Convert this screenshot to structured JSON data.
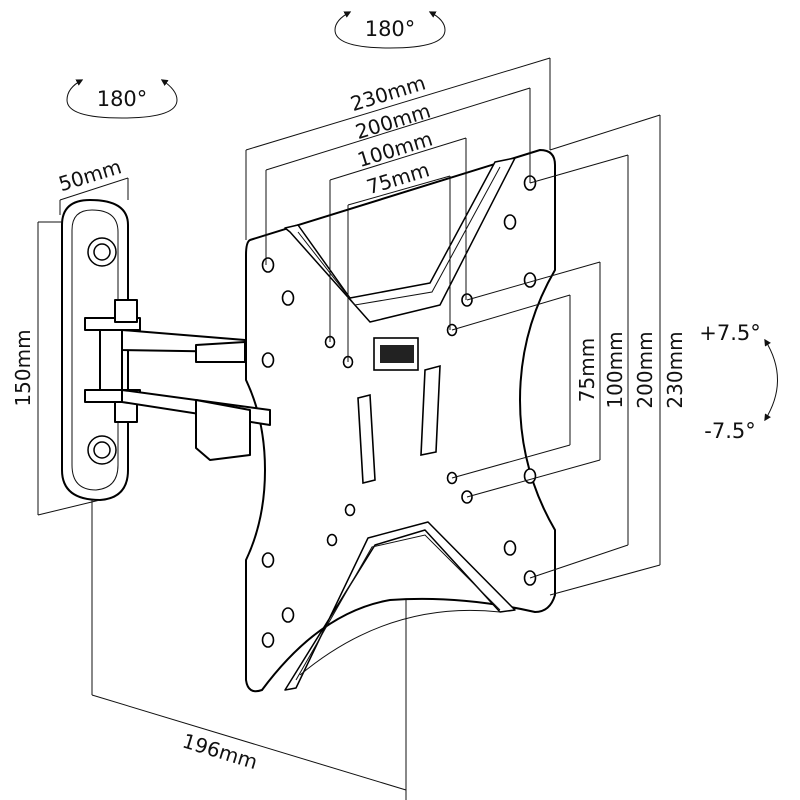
{
  "dimensions": {
    "plate_width_230": "230mm",
    "plate_width_200": "200mm",
    "plate_width_100": "100mm",
    "plate_width_75": "75mm",
    "plate_height_75": "75mm",
    "plate_height_100": "100mm",
    "plate_height_200": "200mm",
    "plate_height_230": "230mm",
    "wall_plate_width": "50mm",
    "wall_plate_height": "150mm",
    "depth": "196mm"
  },
  "rotation": {
    "top_swivel": "180°",
    "arm_swivel": "180°",
    "tilt_up": "+7.5°",
    "tilt_down": "-7.5°"
  },
  "colors": {
    "line": "#111111",
    "background": "#ffffff"
  }
}
